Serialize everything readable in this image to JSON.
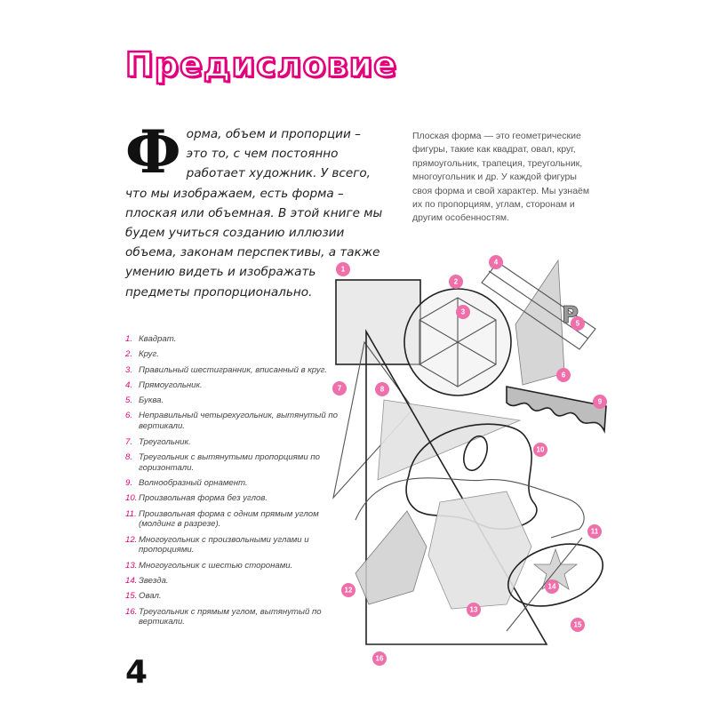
{
  "title": "Предисловие",
  "intro": {
    "dropcap": "Ф",
    "text": "орма, объем и пропорции – это то, с чем постоянно работает художник. У всего, что мы изображаем, есть форма – плоская или объемная. В этой книге мы будем учиться созданию иллюзии объема, законам перспективы, а также умению видеть и изображать предметы пропорционально."
  },
  "sidebar": {
    "text": "Плоская форма — это геометрические фигуры, такие как квадрат, овал, круг, прямоугольник, трапеция, треугольник, многоугольник и др. У каждой фигуры своя форма и свой характер. Мы узнаём их по пропорциям, углам, сторонам и другим особенностям."
  },
  "legend": [
    {
      "num": "1.",
      "text": "Квадрат."
    },
    {
      "num": "2.",
      "text": "Круг."
    },
    {
      "num": "3.",
      "text": "Правильный шестигранник, вписанный в круг."
    },
    {
      "num": "4.",
      "text": "Прямоугольник."
    },
    {
      "num": "5.",
      "text": "Буква."
    },
    {
      "num": "6.",
      "text": "Неправильный четырехугольник, вытянутый по вертикали."
    },
    {
      "num": "7.",
      "text": "Треугольник."
    },
    {
      "num": "8.",
      "text": "Треугольник с вытянутыми пропорциями по горизонтали."
    },
    {
      "num": "9.",
      "text": "Волнообразный орнамент."
    },
    {
      "num": "10.",
      "text": "Произвольная форма без углов."
    },
    {
      "num": "11.",
      "text": "Произвольная форма с одним прямым углом (молдинг в разрезе)."
    },
    {
      "num": "12.",
      "text": "Многоугольник с произвольными углами и пропорциями."
    },
    {
      "num": "13.",
      "text": "Многоугольник с шестью сторонами."
    },
    {
      "num": "14.",
      "text": "Звезда."
    },
    {
      "num": "15.",
      "text": "Овал."
    },
    {
      "num": "16.",
      "text": "Треугольник с прямым углом, вытянутый по вертикали."
    }
  ],
  "figure": {
    "badges": [
      "1",
      "2",
      "3",
      "4",
      "5",
      "6",
      "7",
      "8",
      "9",
      "10",
      "11",
      "12",
      "13",
      "14",
      "15",
      "16"
    ],
    "letter": "P",
    "badge_color": "#ee6fa9"
  },
  "page_number": "4",
  "colors": {
    "accent": "#e4007c",
    "text": "#222222",
    "sidebar_text": "#555555"
  }
}
